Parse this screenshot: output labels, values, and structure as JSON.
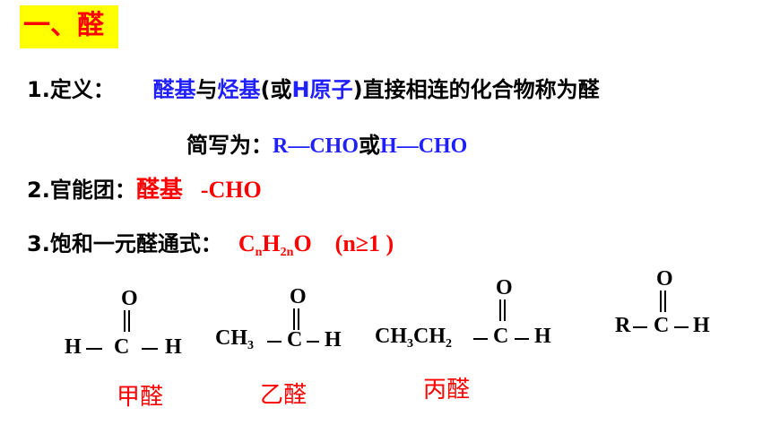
{
  "title": "一、醛",
  "definition": {
    "label": "1.定义：",
    "part1": "醛基",
    "part2": "与",
    "part3": "烃基",
    "part4": "(或",
    "part5": "H原子",
    "part6": ")直接相连的化合物称为醛"
  },
  "short_form": {
    "label": "简写为：",
    "formula1": "R—CHO",
    "or": "或",
    "formula2": "H—CHO"
  },
  "functional_group": {
    "label": "2.官能团：",
    "name": "醛基",
    "formula": "-CHO"
  },
  "general_formula": {
    "label": "3.饱和一元醛通式：",
    "c": "C",
    "n1": "n",
    "h": "H",
    "two_n": "2n",
    "o": "O",
    "condition": "(n≥1 )"
  },
  "structures": {
    "formaldehyde": {
      "o": "O",
      "h_left": "H",
      "c": "C",
      "h_right": "H",
      "name": "甲醛"
    },
    "acetaldehyde": {
      "ch": "CH",
      "sub3": "3",
      "c": "C",
      "h": "H",
      "o": "O",
      "name": "乙醛"
    },
    "propanal": {
      "ch3ch": "CH",
      "sub3": "3",
      "ch": "CH",
      "sub2": "2",
      "c": "C",
      "h": "H",
      "o": "O",
      "name": "丙醛"
    },
    "general": {
      "r": "R",
      "c": "C",
      "h": "H",
      "o": "O"
    }
  }
}
